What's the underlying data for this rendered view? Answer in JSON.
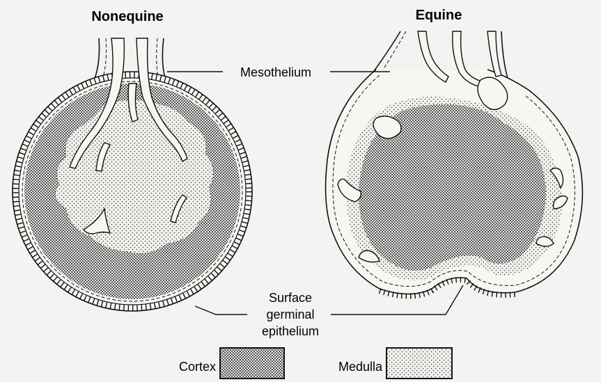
{
  "titles": {
    "left": "Nonequine",
    "right": "Equine"
  },
  "labels": {
    "mesothelium": "Mesothelium",
    "surface_line1": "Surface",
    "surface_line2": "germinal",
    "surface_line3": "epithelium"
  },
  "legend": {
    "cortex": "Cortex",
    "medulla": "Medulla"
  }
}
